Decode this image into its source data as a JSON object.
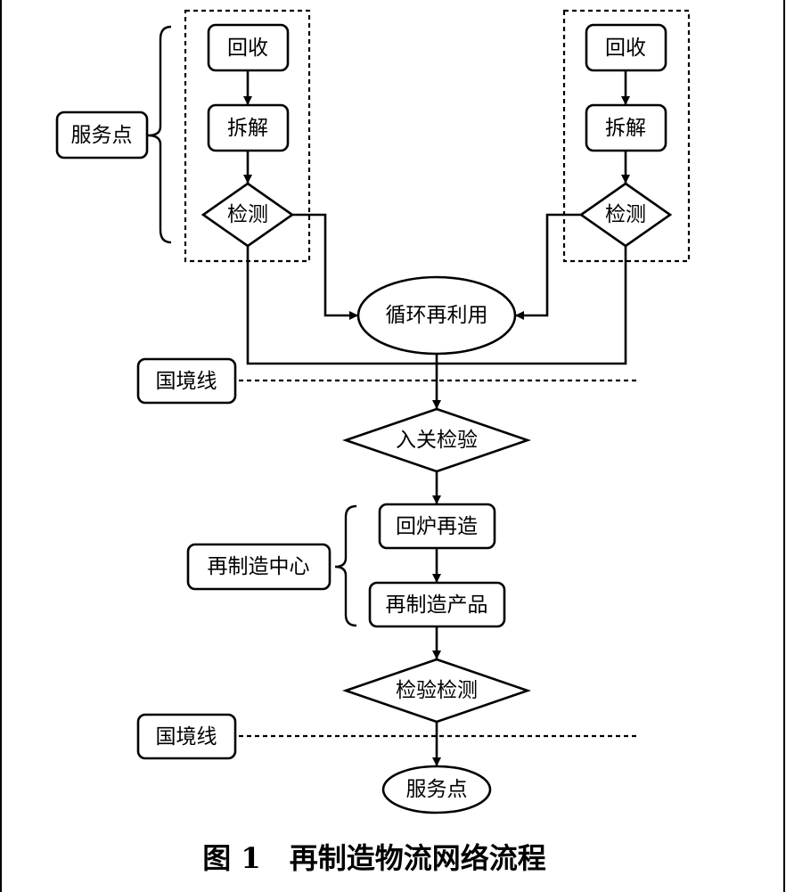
{
  "diagram": {
    "left_site": {
      "collect": "回收",
      "disassemble": "拆解",
      "inspect": "检测"
    },
    "right_site": {
      "collect": "回收",
      "disassemble": "拆解",
      "inspect": "检测"
    },
    "service_point_label": "服务点",
    "recycle": "循环再利用",
    "border_top": "国境线",
    "customs_inspection": "入关检验",
    "remanufacturing_center": "再制造中心",
    "smelt_remake": "回炉再造",
    "reman_product": "再制造产品",
    "quality_inspection": "检验检测",
    "border_bottom": "国境线",
    "service_point_end": "服务点"
  },
  "caption": "图 1　再制造物流网络流程"
}
